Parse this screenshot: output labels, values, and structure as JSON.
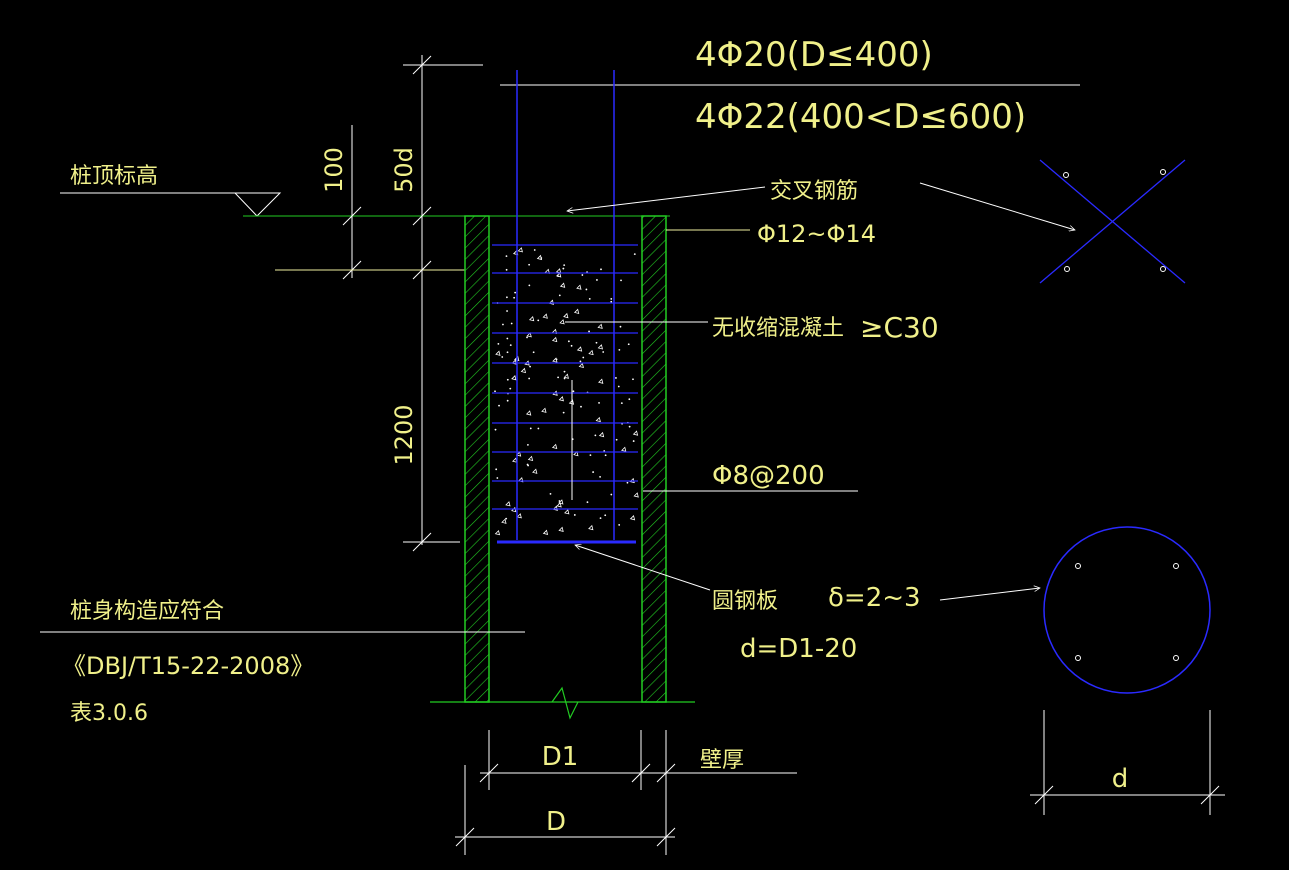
{
  "colors": {
    "background": "#000000",
    "text": "#f0f08a",
    "green": "#22cc22",
    "blue": "#2a2aff",
    "white": "#ffffff",
    "yellow_line": "#f0f0a0"
  },
  "labels": {
    "rebar_spec_1": "4Φ20(D≤400)",
    "rebar_spec_2": "4Φ22(400<D≤600)",
    "pile_top_elevation": "桩顶标高",
    "cross_rebar": "交叉钢筋",
    "cross_rebar_dia": "Φ12~Φ14",
    "concrete": "无收缩混凝土",
    "concrete_grade": "≥C30",
    "stirrup": "Φ8@200",
    "round_plate": "圆钢板",
    "plate_thickness": "δ=2~3",
    "plate_dia": "d=D1-20",
    "pile_note_1": "桩身构造应符合",
    "pile_note_2": "《DBJ/T15-22-2008》",
    "pile_note_3": "表3.0.6",
    "wall_thickness": "壁厚"
  },
  "dimensions": {
    "dim_100": "100",
    "dim_50d": "50d",
    "dim_1200": "1200",
    "dim_D1": "D1",
    "dim_D": "D",
    "dim_d": "d"
  }
}
